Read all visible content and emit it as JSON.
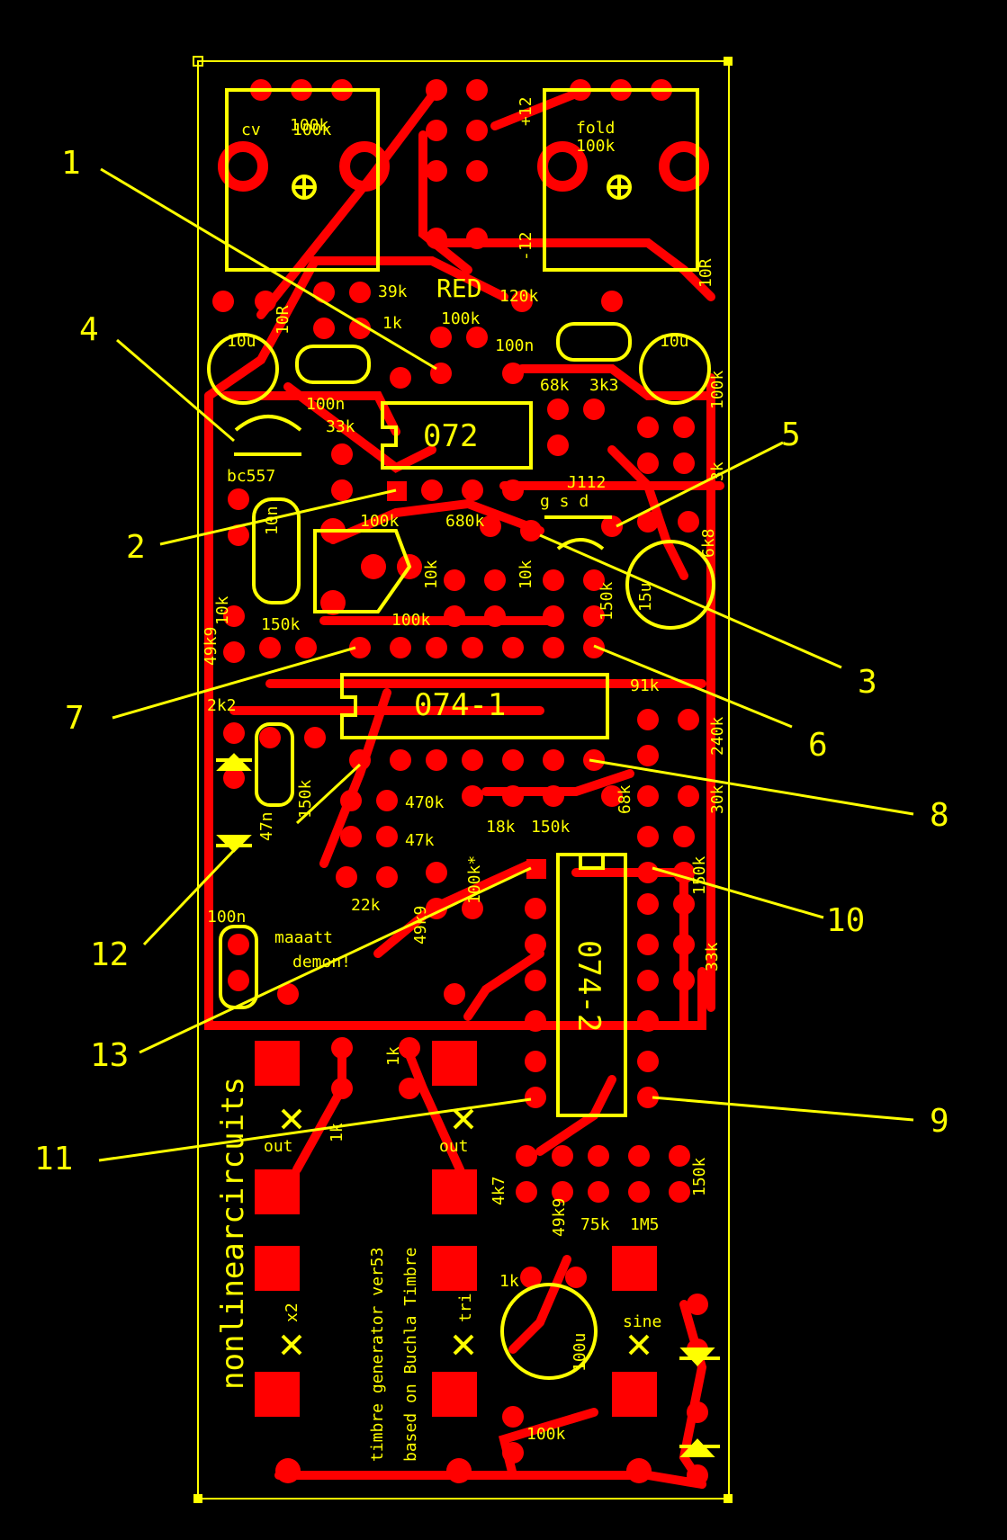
{
  "colors": {
    "background": "#000000",
    "copper": "#ff0000",
    "silk": "#ffff00"
  },
  "board": {
    "title": "nonlinearcircuits",
    "description_line1": "timbre generator ver53",
    "description_line2": "based on Buchla Timbre",
    "note_line1": "maaatt",
    "note_line2": "demon!",
    "red_label": "RED",
    "power_plus": "+12",
    "power_minus": "-12"
  },
  "pots": [
    {
      "name": "cv",
      "value": "100k"
    },
    {
      "name": "fold",
      "value": "100k"
    }
  ],
  "ics": [
    {
      "label": "072"
    },
    {
      "label": "074-1"
    },
    {
      "label": "074-2"
    }
  ],
  "transistors": [
    {
      "label": "bc557"
    },
    {
      "label": "J112",
      "pins": "g s d"
    }
  ],
  "electrolytics": [
    {
      "label": "10u"
    },
    {
      "label": "10u"
    },
    {
      "label": "15u"
    },
    {
      "label": "100u"
    }
  ],
  "component_labels": [
    "100k",
    "39k",
    "1k",
    "10R",
    "100n",
    "33k",
    "10n",
    "100k",
    "680k",
    "100k",
    "120k",
    "100n",
    "10R",
    "68k",
    "3k3",
    "100k",
    "3k",
    "6k8",
    "10k",
    "10k",
    "150k",
    "100k",
    "150k",
    "49k9",
    "10k",
    "2k2",
    "91k",
    "240k",
    "47n",
    "150k",
    "470k",
    "47k",
    "18k",
    "150k",
    "68k",
    "30k",
    "22k",
    "100k*",
    "49k9",
    "150k",
    "33k",
    "100n",
    "1k",
    "1k",
    "4k7",
    "49k9",
    "75k",
    "1M5",
    "150k",
    "1k",
    "100k"
  ],
  "jacks": [
    {
      "label": "out"
    },
    {
      "label": "out"
    },
    {
      "label": "x2"
    },
    {
      "label": "tri"
    },
    {
      "label": "sine"
    }
  ],
  "callouts": [
    "1",
    "2",
    "3",
    "4",
    "5",
    "6",
    "7",
    "8",
    "9",
    "10",
    "11",
    "12",
    "13"
  ]
}
